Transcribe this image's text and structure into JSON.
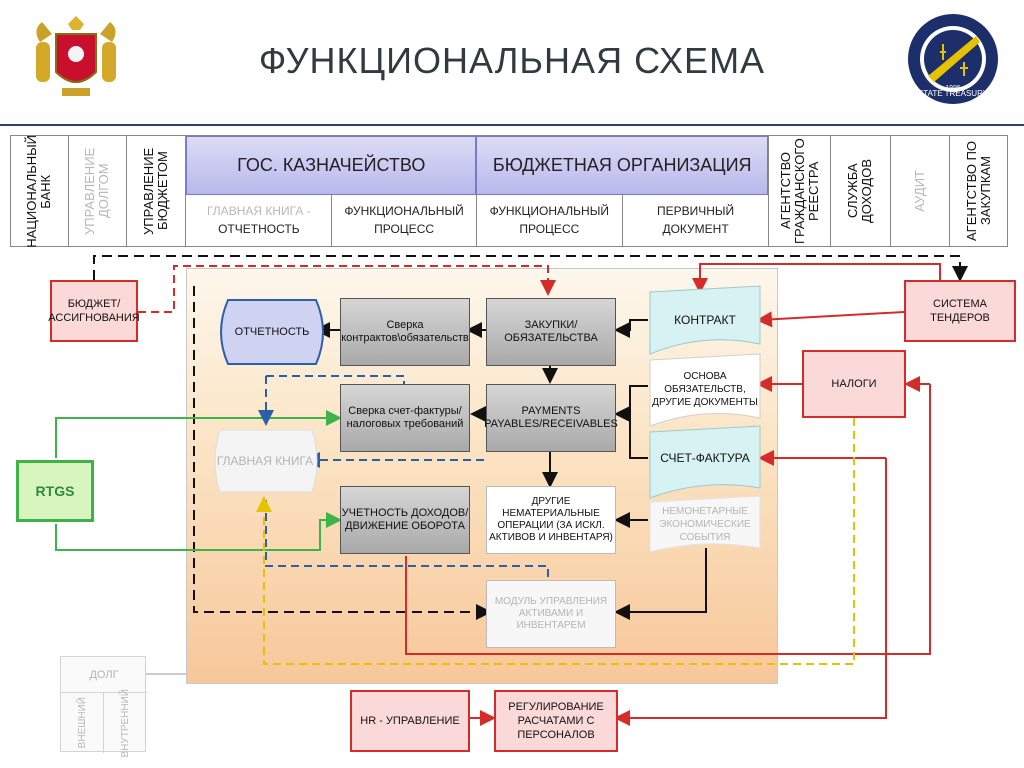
{
  "title": "ФУНКЦИОНАЛЬНАЯ СХЕМА",
  "seal": {
    "text": "GEORGIA • STATE TREASURY",
    "year": "1995"
  },
  "header": {
    "columns_left": [
      "НАЦИОНАЛЬНЫЙ БАНК",
      "УПРАВЛЕНИЕ ДОЛГОМ",
      "УПРАВЛЕНИЕ БЮДЖЕТОМ"
    ],
    "treasury": "ГОС. КАЗНАЧЕЙСТВО",
    "budget_org": "БЮДЖЕТНАЯ ОРГАНИЗАЦИЯ",
    "sub_ledger_faded": "ГЛАВНАЯ КНИГА -",
    "sub_ledger": "ОТЧЕТНОСТЬ",
    "sub_func1": "ФУНКЦИОНАЛЬНЫЙ ПРОЦЕСС",
    "sub_func2": "ФУНКЦИОНАЛЬНЫЙ ПРОЦЕСС",
    "sub_primary": "ПЕРВИЧНЫЙ ДОКУМЕНТ",
    "columns_right": [
      "АГЕНТСТВО ГРАЖДАНСКОГО РЕЕСТРА",
      "СЛУЖБА ДОХОДОВ",
      "АУДИТ",
      "АГЕНТСТВО ПО ЗАКУПКАМ"
    ]
  },
  "diagram": {
    "budget_allocation": "БЮДЖЕТ/АССИГНОВАНИЯ",
    "rtgs": "RTGS",
    "reporting": "ОТЧЕТНОСТЬ",
    "general_ledger": "ГЛАВНАЯ КНИГА",
    "recon_contracts": "Сверка контрактов\\обязательств",
    "recon_invoices": "Сверка счет-фактуры/налоговых требований",
    "revenue_accounting": "УЧЕТНОСТЬ ДОХОДОВ/ДВИЖЕНИЕ ОБОРОТА",
    "procurement": "ЗАКУПКИ/ОБЯЗАТЕЛЬСТВА",
    "payments": "PAYMENTS PAYABLES/RECEIVABLES",
    "other_ops": "ДРУГИЕ НЕМАТЕРИАЛЬНЫЕ ОПЕРАЦИИ (ЗА ИСКЛ. АКТИВОВ И ИНВЕНТАРЯ)",
    "asset_module": "МОДУЛЬ УПРАВЛЕНИЯ АКТИВАМИ И ИНВЕНТАРЕМ",
    "contract": "КОНТРАКТ",
    "basis_docs": "ОСНОВА ОБЯЗАТЕЛЬСТВ, ДРУГИЕ ДОКУМЕНТЫ",
    "invoice": "СЧЕТ-ФАКТУРА",
    "non_monetary": "НЕМОНЕТАРНЫЕ ЭКОНОМИЧЕСКИЕ СОБЫТИЯ",
    "tender_system": "СИСТЕМА ТЕНДЕРОВ",
    "taxes": "НАЛОГИ",
    "hr": "HR - УПРАВЛЕНИЕ",
    "payroll": "РЕГУЛИРОВАНИЕ РАСЧАТАМИ С ПЕРСОНАЛОВ",
    "debt": "ДОЛГ",
    "external": "ВНЕШНИЙ",
    "internal": "ВНУТРЕННИЙ"
  },
  "colors": {
    "red": "#d52b2b",
    "blue": "#2b5fa8",
    "green": "#3db34a",
    "yellow": "#e6c200",
    "black": "#111111"
  }
}
